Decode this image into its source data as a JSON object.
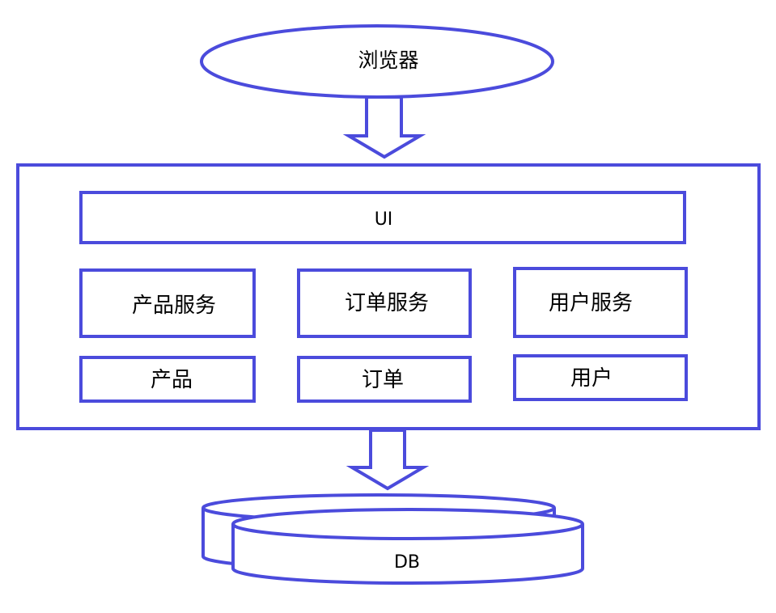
{
  "diagram": {
    "browser": {
      "label": "浏览器"
    },
    "app": {
      "ui": {
        "label": "UI"
      },
      "services": [
        {
          "service_label": "产品服务",
          "data_label": "产品"
        },
        {
          "service_label": "订单服务",
          "data_label": "订单"
        },
        {
          "service_label": "用户服务",
          "data_label": "用户"
        }
      ]
    },
    "database": {
      "label": "DB"
    }
  },
  "colors": {
    "stroke": "#4b4bdc",
    "fill": "#ffffff",
    "text": "#000000"
  }
}
